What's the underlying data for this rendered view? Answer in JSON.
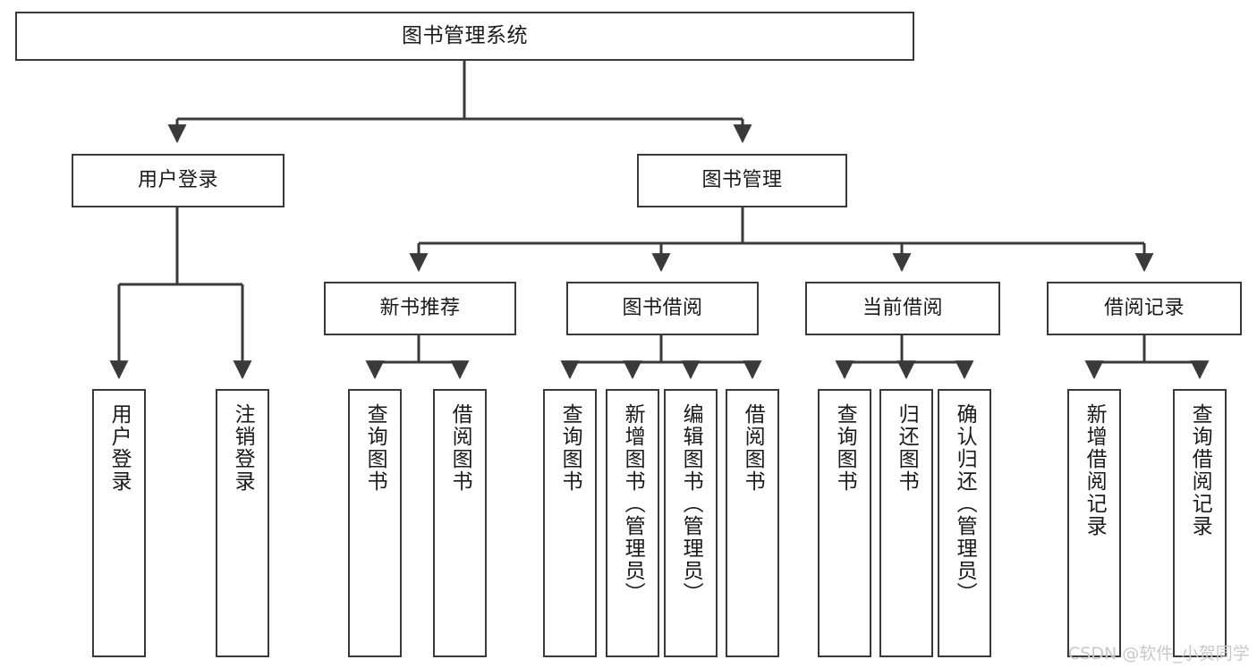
{
  "diagram": {
    "title": "图书管理系统",
    "type": "function-structure-tree",
    "watermark": "CSDN @软件_小贺同学",
    "line_color": "#3a3a3a",
    "box_fill": "#ffffff",
    "text_color": "#1a1a1a",
    "watermark_color": "#c9c9c9"
  },
  "nodes": {
    "root": {
      "label": "图书管理系统",
      "level": 0
    },
    "l1": [
      {
        "id": "user_login",
        "label": "用户登录"
      },
      {
        "id": "book_manage",
        "label": "图书管理"
      }
    ],
    "l2": [
      {
        "id": "new_book_rec",
        "label": "新书推荐",
        "parent": "book_manage"
      },
      {
        "id": "book_borrow",
        "label": "图书借阅",
        "parent": "book_manage"
      },
      {
        "id": "current_borrow",
        "label": "当前借阅",
        "parent": "book_manage"
      },
      {
        "id": "borrow_record",
        "label": "借阅记录",
        "parent": "book_manage"
      }
    ],
    "leaves": [
      {
        "id": "leaf_user_login",
        "label": "用户登录",
        "parent": "user_login"
      },
      {
        "id": "leaf_user_logout",
        "label": "注销登录",
        "parent": "user_login"
      },
      {
        "id": "leaf_query_book_1",
        "label": "查询图书",
        "parent": "new_book_rec"
      },
      {
        "id": "leaf_borrow_book_1",
        "label": "借阅图书",
        "parent": "new_book_rec"
      },
      {
        "id": "leaf_query_book_2",
        "label": "查询图书",
        "parent": "book_borrow"
      },
      {
        "id": "leaf_add_book",
        "label": "新增图书（管理员）",
        "parent": "book_borrow"
      },
      {
        "id": "leaf_edit_book",
        "label": "编辑图书（管理员）",
        "parent": "book_borrow"
      },
      {
        "id": "leaf_borrow_book_2",
        "label": "借阅图书",
        "parent": "book_borrow"
      },
      {
        "id": "leaf_query_book_3",
        "label": "查询图书",
        "parent": "current_borrow"
      },
      {
        "id": "leaf_return_book",
        "label": "归还图书",
        "parent": "current_borrow"
      },
      {
        "id": "leaf_confirm_return",
        "label": "确认归还（管理员）",
        "parent": "current_borrow"
      },
      {
        "id": "leaf_add_record",
        "label": "新增借阅记录",
        "parent": "borrow_record"
      },
      {
        "id": "leaf_query_record",
        "label": "查询借阅记录",
        "parent": "borrow_record"
      }
    ]
  }
}
